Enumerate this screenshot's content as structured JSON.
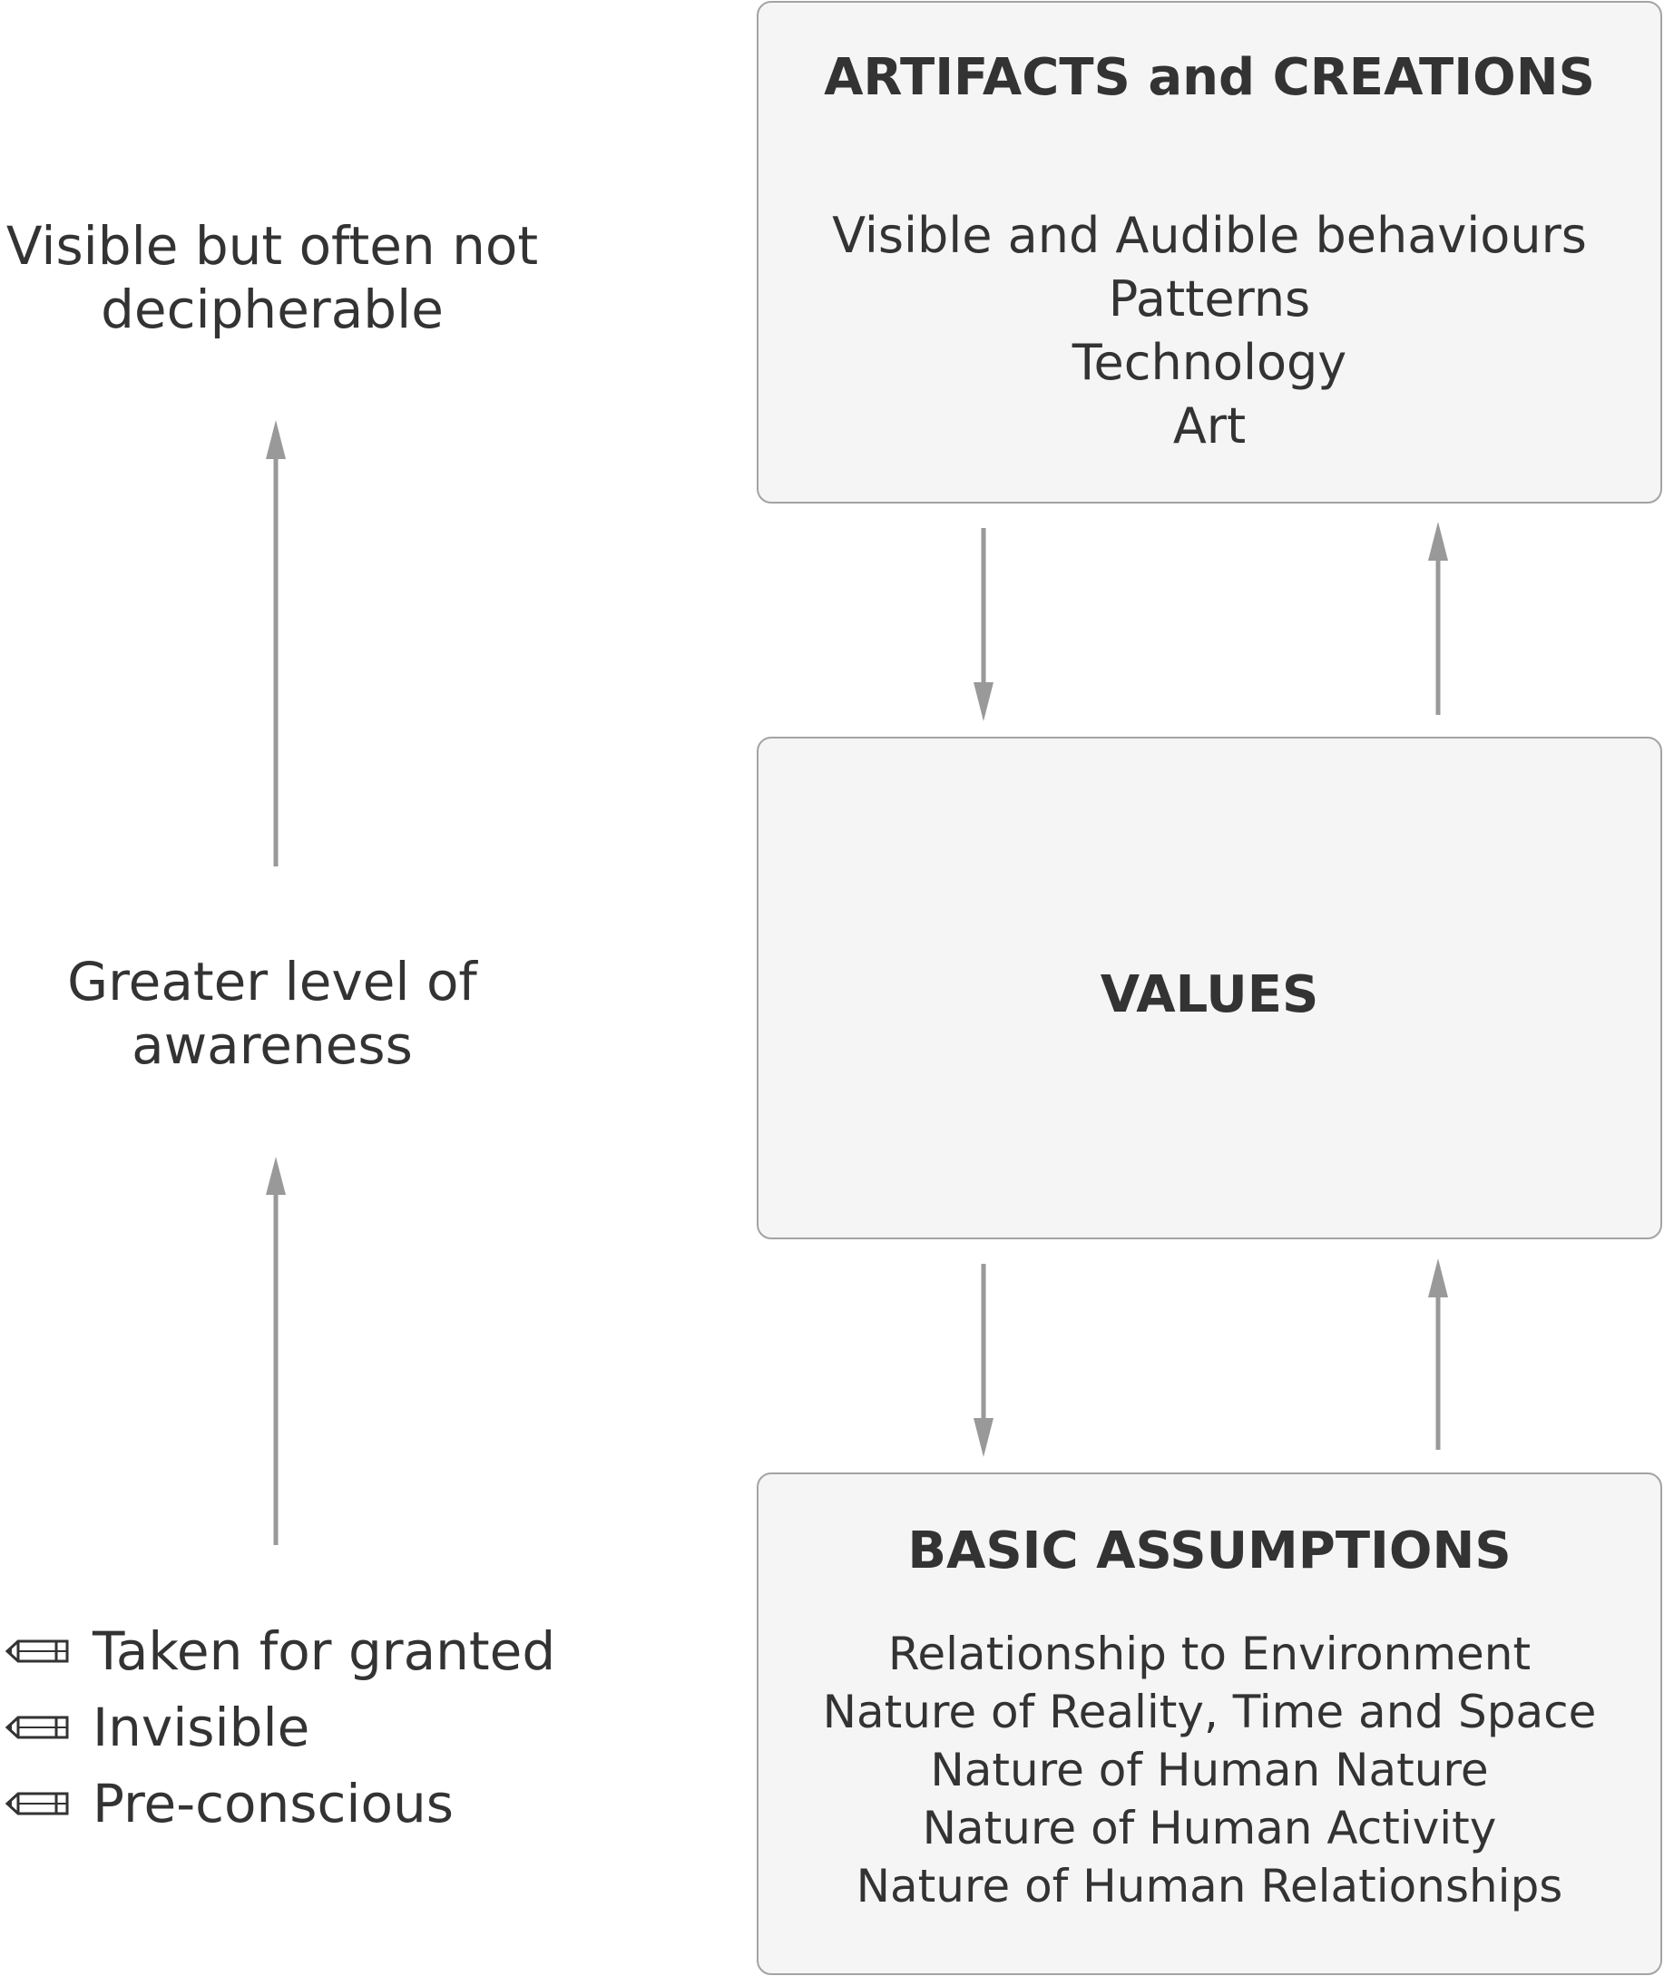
{
  "diagram": {
    "artifacts": {
      "title": "ARTIFACTS and CREATIONS",
      "lines": [
        "Visible and Audible behaviours",
        "Patterns",
        "Technology",
        "Art"
      ]
    },
    "values": {
      "title": "VALUES"
    },
    "assumptions": {
      "title": "BASIC ASSUMPTIONS",
      "lines": [
        "Relationship to Environment",
        "Nature of Reality, Time and Space",
        "Nature of Human Nature",
        "Nature of Human Activity",
        "Nature of Human Relationships"
      ]
    },
    "side_labels": {
      "top": "Visible but often not\ndecipherable",
      "middle": "Greater level of\nawareness"
    },
    "legend": {
      "icon": "pencil-icon",
      "items": [
        "Taken for granted",
        "Invisible",
        "Pre-conscious"
      ]
    },
    "colors": {
      "box_fill": "#f5f5f5",
      "box_border": "#a3a3a3",
      "arrow": "#999999",
      "text": "#333333"
    }
  }
}
